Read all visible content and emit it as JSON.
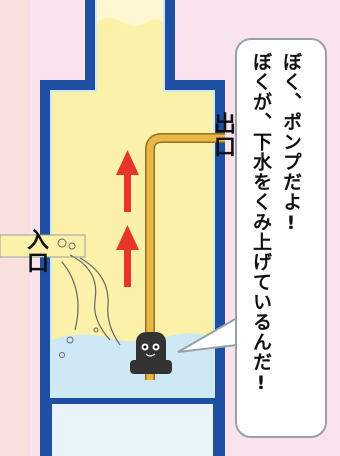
{
  "diagram": {
    "labels": {
      "inlet": "入口",
      "outlet": "出口"
    },
    "speech_bubble": {
      "line1": "ぼく、ポンプだよ!",
      "line2": "ぼくが、下水をくみ上げているんだ!"
    },
    "colors": {
      "background": "#f9e3ec",
      "shaft_wall": "#1f4fa3",
      "sewage": "#fbf1a9",
      "clear_water": "#cfe8f5",
      "arrow": "#e8352a",
      "pipe": "#e9b64a"
    }
  }
}
